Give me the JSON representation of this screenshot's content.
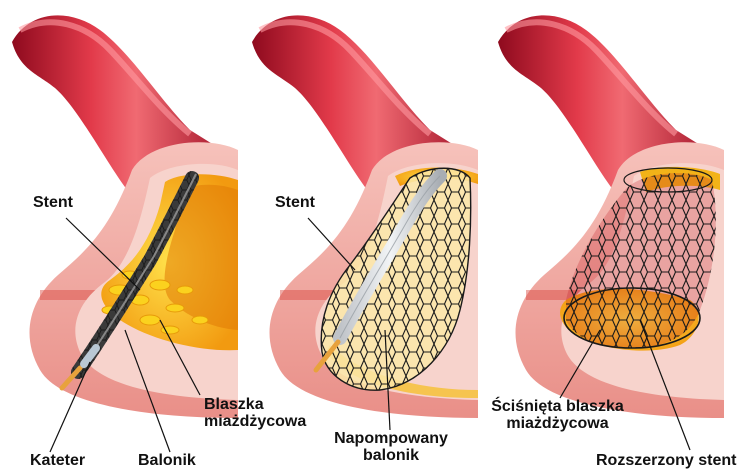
{
  "panels": [
    {
      "labels": {
        "stent": "Stent",
        "plaque": "Blaszka\nmiażdżycowa",
        "catheter": "Kateter",
        "balloon": "Balonik"
      }
    },
    {
      "labels": {
        "stent": "Stent",
        "inflated_balloon": "Napompowany\nbalonik"
      }
    },
    {
      "labels": {
        "compressed_plaque": "Ściśnięta blaszka\nmiażdżycowa",
        "expanded_stent": "Rozszerzony stent"
      }
    }
  ],
  "colors": {
    "vessel_red": "#c8102e",
    "vessel_dark": "#8e0a1e",
    "wall_pink": "#f2b1ab",
    "lumen_pink": "#f7d3cc",
    "plaque_yellow": "#f6c800",
    "plaque_orange": "#f39a12",
    "catheter_gold": "#e8a23c",
    "stent_black": "#1a1a1a"
  }
}
